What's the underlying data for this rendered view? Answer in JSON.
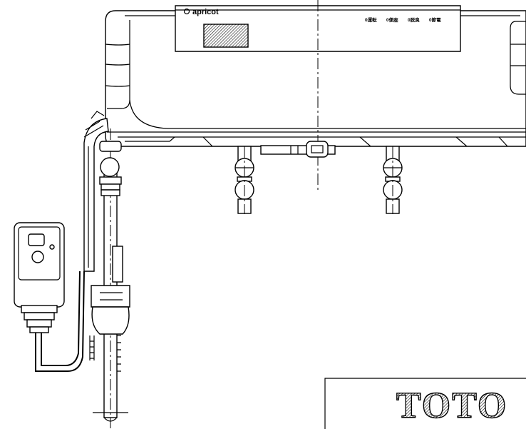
{
  "panel": {
    "brand": "apricot",
    "buttons": [
      "0運転",
      "0便座",
      "0脱臭",
      "0節電"
    ]
  },
  "nameplate": {
    "logo": "TOTO"
  }
}
